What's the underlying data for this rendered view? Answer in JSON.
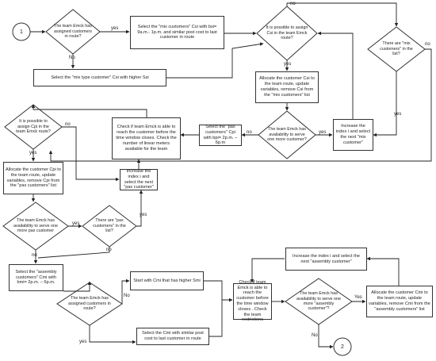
{
  "connectors": {
    "start": "1",
    "end": "2"
  },
  "decisions": {
    "d1": "The team Emck has assigned customers in route?",
    "d2": "It is possible to assign Csi in the team Emck route?",
    "d3": "There are \"mix customers\" in the list?",
    "d4": "The team Emck has availability to serve one more customer?",
    "d5": "It is possible to assign Cpi in the team Emck route?",
    "d6": "The team Emck has availability to serve one more pax customer",
    "d7": "There are \"pax customers\" in the list?",
    "d8": "The team Emck has assigned customers in route?",
    "d9": "The team Emck has availability to serve one more \"assembly customer\"?"
  },
  "processes": {
    "p1": "Select the \"mix customers\" Csi with bsi= 9a.m.- 1p.m. and similar post cost to last customer in route",
    "p2": "Select the \"mix type customer\" Csi with higher Ssi",
    "p3": "Allocate the customer Csi to the team route, update variables, remove Csi from the \"mix customers\" list",
    "p4": "Increase the index i and select the next \"mix customer\"",
    "p5": "Select the \"pax customers\" Cpi with bpi= 2p.m. – 6p.m",
    "p6": "Check if team Emck is able to reach the customer before the time window closes. Check the number of linear meters available for the team",
    "p7": "Increase the index i and select the next \"pax customer\"",
    "p8": "Allocate the customer Cpi to the team route, update variables, remove Cpi from the \"pax customers\" list",
    "p9": "Select the \"assembly customers\" Cmi with bmi= 2p.m. – 6p.m.",
    "p10": "Start with Cmi that has higher Smi",
    "p11": "Select the Cmi with similar post cost to last customer in route",
    "p12": "Check if team Emck is able to reach the customer before the time window closes . Check the team restrictions",
    "p13": "Increase the index i and select the next \"assembly customer\"",
    "p14": "Allocate the customer Cmi to the team route, update variables, remove Cmi from the \"assembly customers\" list"
  },
  "labels": {
    "yes": "yes",
    "no": "no",
    "yes_cap": "Yes",
    "no_cap": "No"
  },
  "colors": {
    "line": "#222222",
    "box_border": "#333333",
    "background": "#ffffff"
  }
}
